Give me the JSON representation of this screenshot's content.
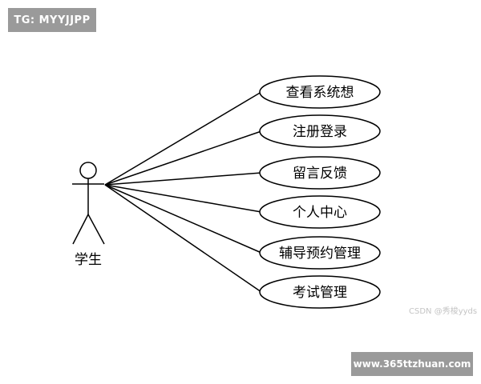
{
  "watermark_top": "TG: MYYJJPP",
  "watermark_bottom": "www.365ttzhuan.com",
  "csdn_watermark": "CSDN @秀梭yyds",
  "actor": {
    "label": "学生"
  },
  "use_cases": [
    {
      "id": "view-system",
      "label": "查看系统想"
    },
    {
      "id": "register-login",
      "label": "注册登录"
    },
    {
      "id": "feedback",
      "label": "留言反馈"
    },
    {
      "id": "personal-center",
      "label": "个人中心"
    },
    {
      "id": "tutoring-management",
      "label": "辅导预约管理"
    },
    {
      "id": "exam-management",
      "label": "考试管理"
    }
  ]
}
